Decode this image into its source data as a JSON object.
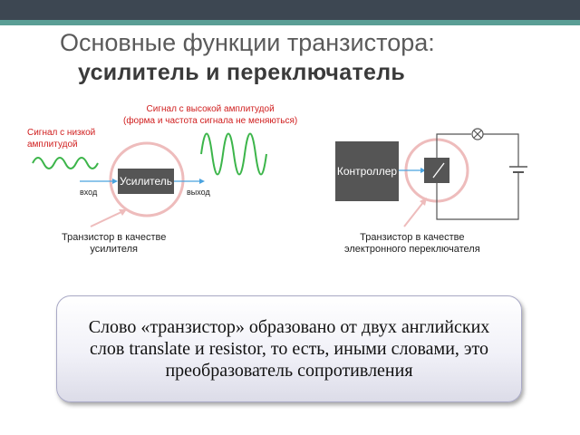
{
  "title_line1": "Основные функции транзистора:",
  "title_line2": "усилитель и переключатель",
  "amplifier": {
    "input_signal_label": "Сигнал с низкой\nамплитудой",
    "output_signal_label": "Сигнал с высокой амплитудой\n(форма и частота сигнала не меняються)",
    "box_label": "Усилитель",
    "input_label": "вход",
    "output_label": "выход",
    "caption": "Транзистор в качестве\nусилителя"
  },
  "switch": {
    "controller_label": "Контроллер",
    "caption": "Транзистор в качестве\nэлектронного переключателя"
  },
  "note_text": "Слово «транзистор» образовано от двух английских слов translate и resistor, то есть, иными словами, это преобразователь сопротивления",
  "colors": {
    "accent_red": "#d01e1e",
    "green_wave": "#3cb54a",
    "circle_pink": "#eebcbc",
    "arrow_blue": "#4aa3df"
  }
}
